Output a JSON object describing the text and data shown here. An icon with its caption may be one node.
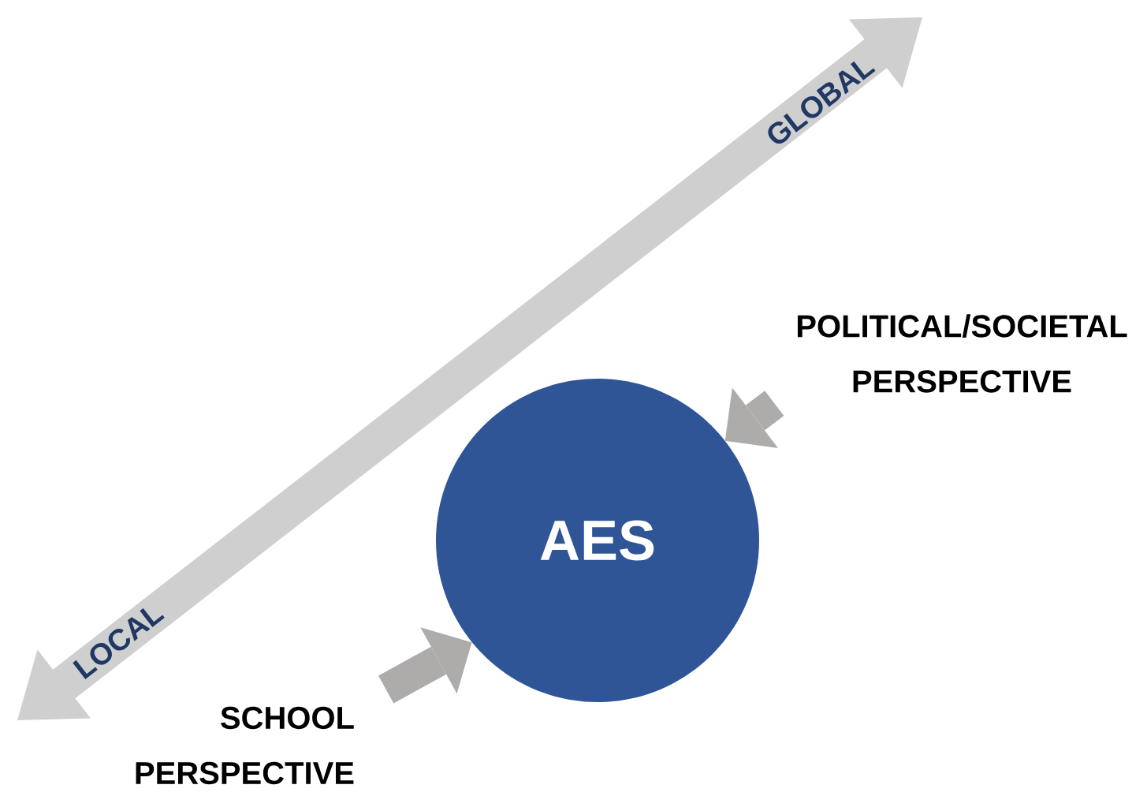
{
  "diagram": {
    "nodes": [
      {
        "text": [
          "AES"
        ]
      },
      {
        "text": [
          "POLITICAL/SOCIETAL PERSPECTIVE"
        ]
      },
      {
        "text": [
          "SCHOOL PERSPECTIVE"
        ]
      }
    ],
    "edges": [
      {
        "from": 1,
        "to": 0,
        "arrow": "to"
      },
      {
        "from": 2,
        "to": 0,
        "arrow": "to"
      }
    ],
    "labels": [
      "GLOBAL",
      "LOCAL"
    ]
  }
}
